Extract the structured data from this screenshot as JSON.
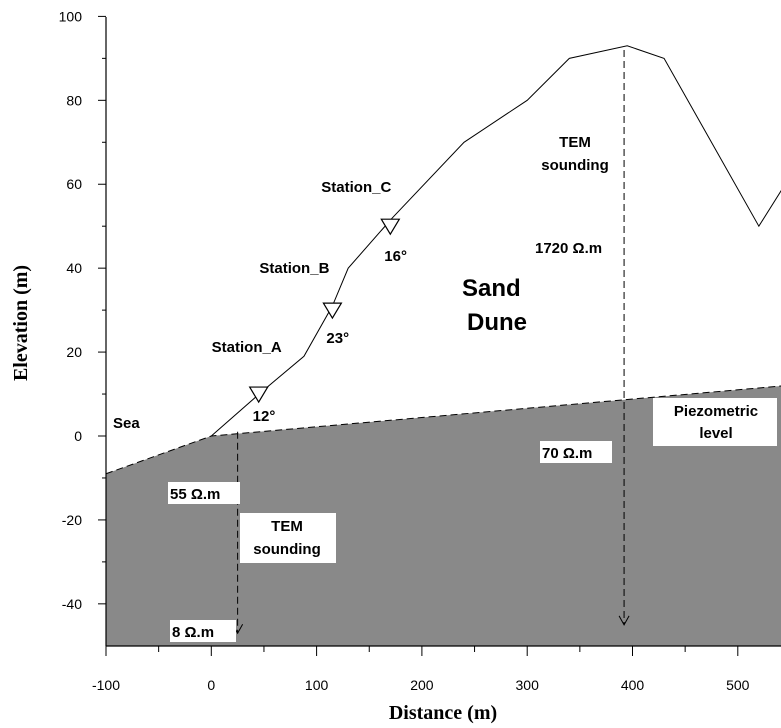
{
  "chart_data": {
    "type": "diagram",
    "xlabel": "Distance (m)",
    "ylabel": "Elevation (m)",
    "xlim": [
      -100,
      545
    ],
    "ylim": [
      -50,
      100
    ],
    "x_ticks": [
      -100,
      0,
      100,
      200,
      300,
      400,
      500
    ],
    "y_ticks": [
      -40,
      -20,
      0,
      20,
      40,
      60,
      80,
      100
    ],
    "colors": {
      "ground": "#898989",
      "line": "#000000",
      "label_bg": "#ffffff"
    },
    "surface_profile": [
      {
        "x": 0,
        "y": 0
      },
      {
        "x": 50,
        "y": 11
      },
      {
        "x": 88,
        "y": 19
      },
      {
        "x": 115,
        "y": 31
      },
      {
        "x": 130,
        "y": 40
      },
      {
        "x": 172,
        "y": 52
      },
      {
        "x": 240,
        "y": 70
      },
      {
        "x": 300,
        "y": 80
      },
      {
        "x": 340,
        "y": 90
      },
      {
        "x": 395,
        "y": 93
      },
      {
        "x": 430,
        "y": 90
      },
      {
        "x": 520,
        "y": 50
      },
      {
        "x": 545,
        "y": 60
      }
    ],
    "piezometric_level": [
      {
        "x": -100,
        "y": -9
      },
      {
        "x": 0,
        "y": 0
      },
      {
        "x": 545,
        "y": 12
      }
    ],
    "stations": [
      {
        "name": "Station_A",
        "x": 45,
        "y": 10,
        "slope": "12°"
      },
      {
        "name": "Station_B",
        "x": 115,
        "y": 30,
        "slope": "23°"
      },
      {
        "name": "Station_C",
        "x": 170,
        "y": 50,
        "slope": "16°"
      }
    ],
    "soundings": [
      {
        "label": "TEM\nsounding",
        "x": 25,
        "y_top": 1,
        "y_bottom": -47
      },
      {
        "label": "TEM\nsounding",
        "x": 392,
        "y_top": 92,
        "y_bottom": -45
      }
    ],
    "annotations": {
      "sea": "Sea",
      "sand_dune": [
        "Sand",
        "Dune"
      ],
      "piezometric": [
        "Piezometric",
        "level"
      ],
      "res_55": "55 Ω.m",
      "res_8": "8 Ω.m",
      "res_70": "70 Ω.m",
      "res_1720": "1720 Ω.m",
      "tem_left": [
        "TEM",
        "sounding"
      ],
      "tem_right": [
        "TEM",
        "sounding"
      ]
    }
  }
}
